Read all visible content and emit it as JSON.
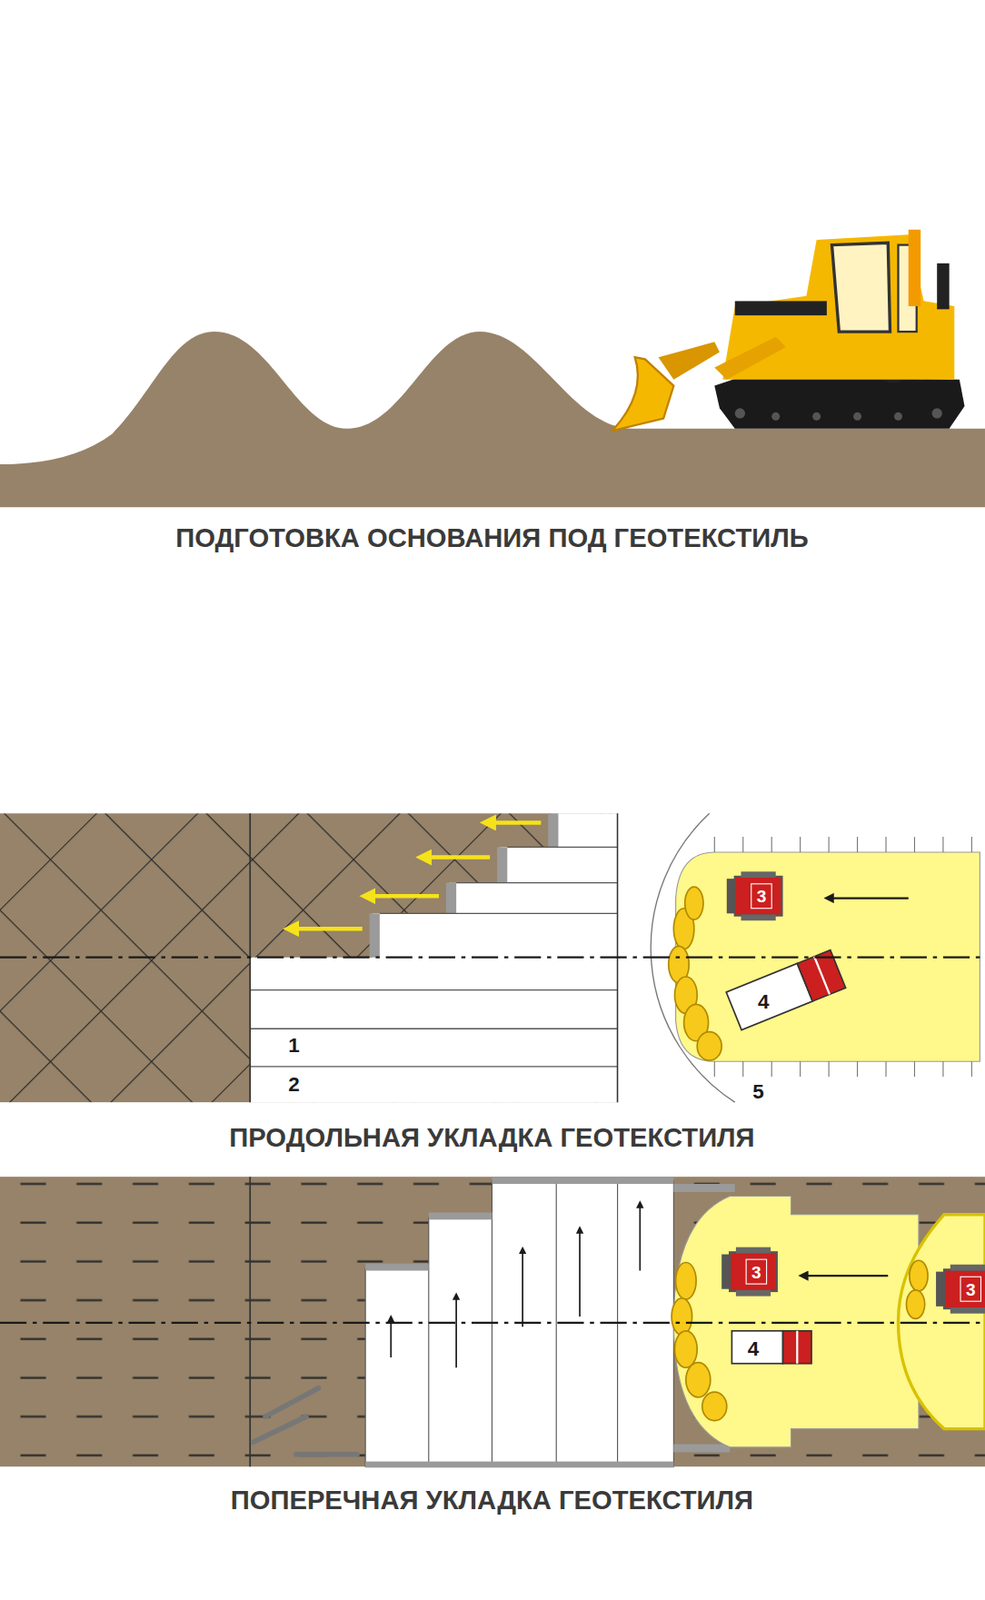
{
  "diagram": {
    "labels": [
      "ПОДГОТОВКА ОСНОВАНИЯ ПОД ГЕОТЕКСТИЛЬ",
      "3",
      "4",
      "1",
      "2",
      "5",
      "ПРОДОЛЬНАЯ УКЛАДКА ГЕОТЕКСТИЛЯ",
      "3",
      "3",
      "4",
      "ПОПЕРЕЧНАЯ УКЛАДКА ГЕОТЕКСТИЛЯ"
    ]
  }
}
